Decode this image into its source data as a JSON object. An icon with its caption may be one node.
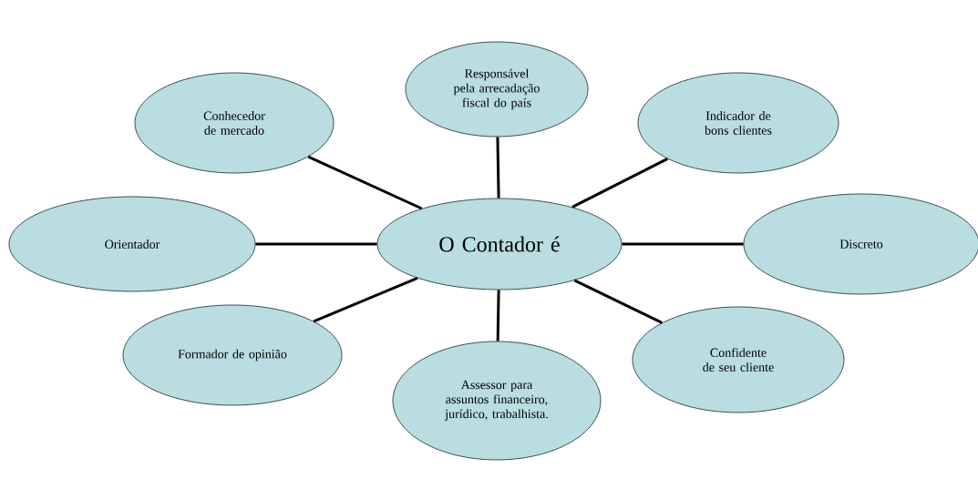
{
  "diagram": {
    "nodes": [
      {
        "text": [
          "Responsável pela arrecadação fiscal do país"
        ]
      },
      {
        "text": [
          "Conhecedor de mercado"
        ]
      },
      {
        "text": [
          "Indicador de bons clientes"
        ]
      },
      {
        "text": [
          "Orientador"
        ]
      },
      {
        "text": [
          "O Contador é"
        ]
      },
      {
        "text": [
          "Discreto"
        ]
      },
      {
        "text": [
          "Formador de opinião"
        ]
      },
      {
        "text": [
          "Confidente de seu cliente"
        ]
      },
      {
        "text": [
          "Assessor para assuntos financeiro, jurídico, trabalhista."
        ]
      }
    ],
    "edges": [
      {
        "from": 4,
        "to": 0,
        "arrow": "none"
      },
      {
        "from": 4,
        "to": 1,
        "arrow": "none"
      },
      {
        "from": 4,
        "to": 2,
        "arrow": "none"
      },
      {
        "from": 4,
        "to": 3,
        "arrow": "none"
      },
      {
        "from": 4,
        "to": 5,
        "arrow": "none"
      },
      {
        "from": 4,
        "to": 6,
        "arrow": "none"
      },
      {
        "from": 4,
        "to": 7,
        "arrow": "none"
      },
      {
        "from": 4,
        "to": 8,
        "arrow": "none"
      }
    ]
  }
}
